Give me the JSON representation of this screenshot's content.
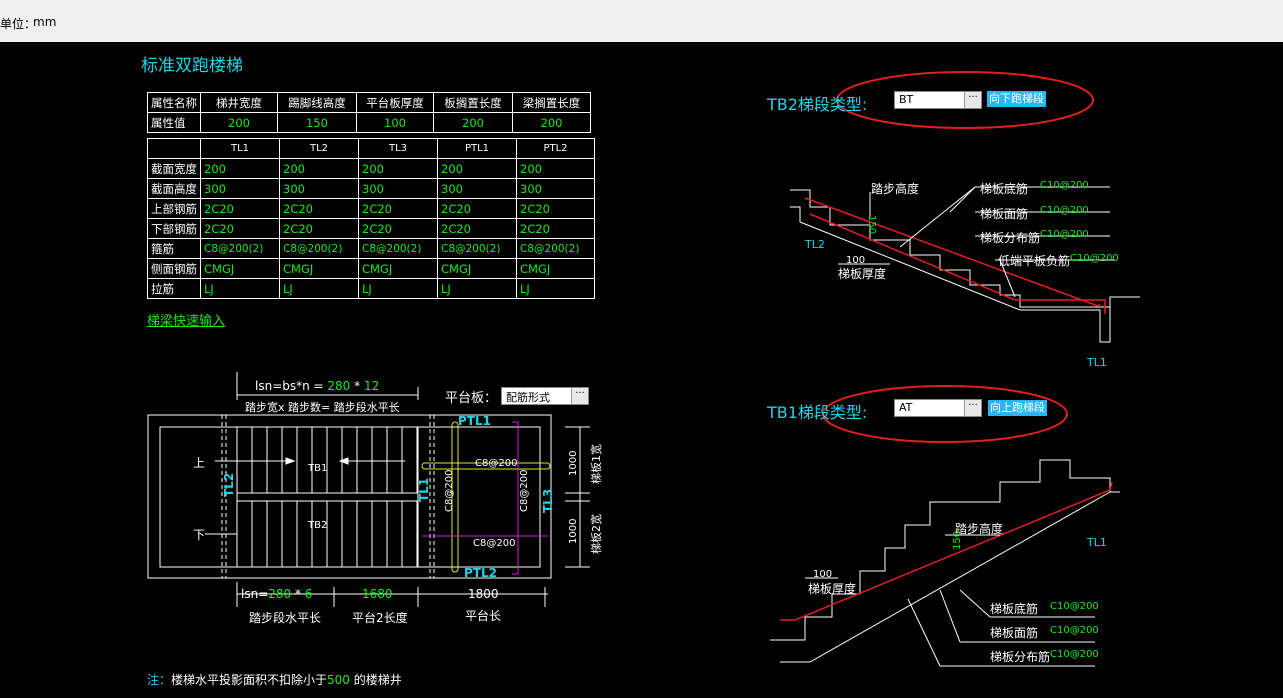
{
  "topbar": {
    "unit_label": "单位：",
    "unit_value": "mm"
  },
  "page_title": "标准双跑楼梯",
  "table1": {
    "headers": [
      "属性名称",
      "梯井宽度",
      "踢脚线高度",
      "平台板厚度",
      "板搁置长度",
      "梁搁置长度"
    ],
    "values": [
      "属性值",
      "200",
      "150",
      "100",
      "200",
      "200"
    ]
  },
  "table2": {
    "columns": [
      "",
      "TL1",
      "TL2",
      "TL3",
      "PTL1",
      "PTL2"
    ],
    "rows": [
      {
        "name": "截面宽度",
        "cells": [
          "200",
          "200",
          "200",
          "200",
          "200"
        ]
      },
      {
        "name": "截面高度",
        "cells": [
          "300",
          "300",
          "300",
          "300",
          "300"
        ]
      },
      {
        "name": "上部钢筋",
        "cells": [
          "2C20",
          "2C20",
          "2C20",
          "2C20",
          "2C20"
        ]
      },
      {
        "name": "下部钢筋",
        "cells": [
          "2C20",
          "2C20",
          "2C20",
          "2C20",
          "2C20"
        ]
      },
      {
        "name": "箍筋",
        "cells": [
          "C8@200(2)",
          "C8@200(2)",
          "C8@200(2)",
          "C8@200(2)",
          "C8@200(2)"
        ]
      },
      {
        "name": "侧面钢筋",
        "cells": [
          "CMGJ",
          "CMGJ",
          "CMGJ",
          "CMGJ",
          "CMGJ"
        ]
      },
      {
        "name": "拉筋",
        "cells": [
          "LJ",
          "LJ",
          "LJ",
          "LJ",
          "LJ"
        ]
      }
    ]
  },
  "quick_input_link": "梯梁快速输入",
  "plan": {
    "lsn_formula_a": "lsn=bs*n = ",
    "lsn_step_w": "280",
    "lsn_star": " * ",
    "lsn_step_n": "12",
    "lsn_caption": "踏步宽x 踏步数= 踏步段水平长",
    "platform_label": "平台板：",
    "platform_combo": "配筋形式",
    "up": "上",
    "down": "下",
    "tb1": "TB1",
    "tb2": "TB2",
    "tl2": "TL2",
    "tl1": "TL1",
    "tl3": "TL3",
    "ptl1": "PTL1",
    "ptl2": "PTL2",
    "rebar_h1": "C8@200",
    "rebar_h2": "C8@200",
    "rebar_v1": "C8@200",
    "rebar_v2": "C8@200",
    "dim_1000a": "1000",
    "dim_1000b": "1000",
    "w1_label": "梯板1宽",
    "w2_label": "梯板2宽",
    "lsn2_a": "lsn=",
    "lsn2_w": "280",
    "lsn2_star": " * ",
    "lsn2_n": "6",
    "dim_1680": "1680",
    "dim_1800": "1800",
    "cap_step": "踏步段水平长",
    "cap_plat2": "平台2长度",
    "cap_plat": "平台长"
  },
  "note": {
    "prefix": "注：",
    "text_a": "楼梯水平投影面积不扣除小于",
    "num": "500",
    "text_b": " 的楼梯井"
  },
  "tb2": {
    "label": "TB2梯段类型:",
    "combo": "BT",
    "hint": "向下跑梯段",
    "step_height": "踏步高度",
    "h150": "150",
    "bottom_rebar": "梯板底筋",
    "bottom_val": "C10@200",
    "face_rebar": "梯板面筋",
    "face_val": "C10@200",
    "dist_rebar": "梯板分布筋",
    "dist_val": "C10@200",
    "low_neg": "低端平板负筋",
    "low_val": "C10@200",
    "t100": "100",
    "thickness": "梯板厚度",
    "tl2": "TL2",
    "tl1": "TL1"
  },
  "tb1": {
    "label": "TB1梯段类型:",
    "combo": "AT",
    "hint": "向上跑梯段",
    "step_height": "踏步高度",
    "h150": "150",
    "t100": "100",
    "thickness": "梯板厚度",
    "bottom_rebar": "梯板底筋",
    "bottom_val": "C10@200",
    "face_rebar": "梯板面筋",
    "face_val": "C10@200",
    "dist_rebar": "梯板分布筋",
    "dist_val": "C10@200",
    "tl1": "TL1"
  },
  "colors": {
    "cyan": "#22d3e6",
    "green": "#1ee61e",
    "red": "#e02020",
    "yellow": "#e6e61e",
    "magenta": "#d020d0"
  }
}
